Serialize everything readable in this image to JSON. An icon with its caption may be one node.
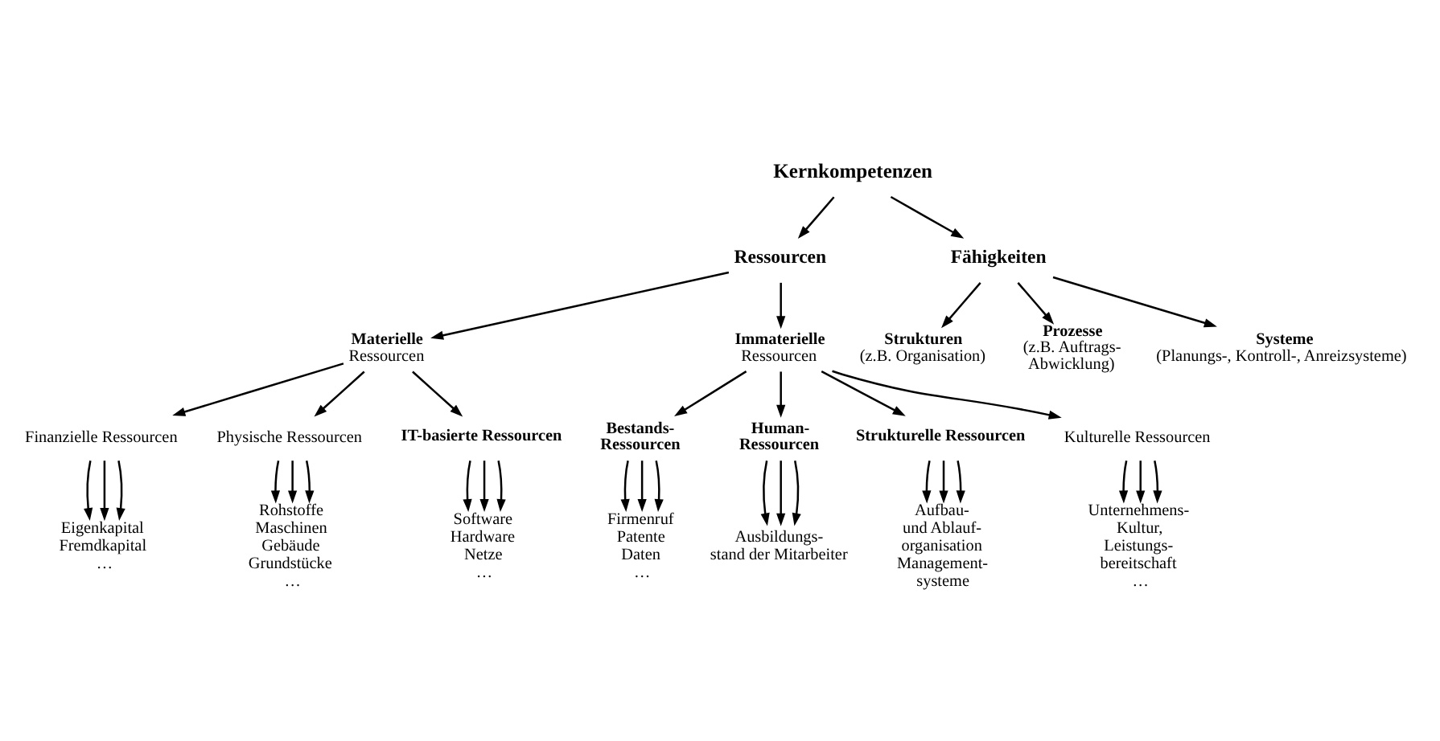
{
  "diagram": {
    "nodes": [
      {
        "text": [
          "Kernkompetenzen"
        ]
      },
      {
        "text": [
          "Ressourcen"
        ]
      },
      {
        "text": [
          "Fähigkeiten"
        ]
      },
      {
        "text": [
          "Materielle",
          "Ressourcen"
        ]
      },
      {
        "text": [
          "Immaterielle",
          "Ressourcen"
        ]
      },
      {
        "text": [
          "Strukturen",
          "(z.B. Organisation)"
        ]
      },
      {
        "text": [
          "Prozesse",
          "(z.B. Auftrags- Abwicklung)"
        ]
      },
      {
        "text": [
          "Systeme",
          "(Planungs-, Kontroll-, Anreizsysteme)"
        ]
      },
      {
        "text": [
          "Finanzielle Ressourcen"
        ]
      },
      {
        "text": [
          "Physische Ressourcen"
        ]
      },
      {
        "text": [
          "IT-basierte Ressourcen"
        ]
      },
      {
        "text": [
          "Bestands- Ressourcen"
        ]
      },
      {
        "text": [
          "Human- Ressourcen"
        ]
      },
      {
        "text": [
          "Strukturelle Ressourcen"
        ]
      },
      {
        "text": [
          "Kulturelle Ressourcen"
        ]
      },
      {
        "text": [
          "Eigenkapital",
          "Fremdkapital",
          "…"
        ]
      },
      {
        "text": [
          "Rohstoffe",
          "Maschinen",
          "Gebäude",
          "Grundstücke",
          "…"
        ]
      },
      {
        "text": [
          "Software",
          "Hardware",
          "Netze",
          "…"
        ]
      },
      {
        "text": [
          "Firmenruf",
          "Patente",
          "Daten",
          "…"
        ]
      },
      {
        "text": [
          "Ausbildungs- stand der Mitarbeiter"
        ]
      },
      {
        "text": [
          "Aufbau- und Ablauf- organisation",
          "Management- systeme"
        ]
      },
      {
        "text": [
          "Unternehmens- Kultur,",
          "Leistungs- bereitschaft",
          "…"
        ]
      }
    ],
    "edges": [
      {
        "from": 0,
        "to": 1,
        "arrow": "to"
      },
      {
        "from": 0,
        "to": 2,
        "arrow": "to"
      },
      {
        "from": 1,
        "to": 3,
        "arrow": "to"
      },
      {
        "from": 1,
        "to": 4,
        "arrow": "to"
      },
      {
        "from": 2,
        "to": 5,
        "arrow": "to"
      },
      {
        "from": 2,
        "to": 6,
        "arrow": "to"
      },
      {
        "from": 2,
        "to": 7,
        "arrow": "to"
      },
      {
        "from": 3,
        "to": 8,
        "arrow": "to"
      },
      {
        "from": 3,
        "to": 9,
        "arrow": "to"
      },
      {
        "from": 3,
        "to": 10,
        "arrow": "to"
      },
      {
        "from": 4,
        "to": 11,
        "arrow": "to"
      },
      {
        "from": 4,
        "to": 12,
        "arrow": "to"
      },
      {
        "from": 4,
        "to": 13,
        "arrow": "to"
      },
      {
        "from": 4,
        "to": 14,
        "arrow": "to"
      },
      {
        "from": 8,
        "to": 15,
        "arrow": "to"
      },
      {
        "from": 8,
        "to": 15,
        "arrow": "to"
      },
      {
        "from": 8,
        "to": 15,
        "arrow": "to"
      },
      {
        "from": 9,
        "to": 16,
        "arrow": "to"
      },
      {
        "from": 9,
        "to": 16,
        "arrow": "to"
      },
      {
        "from": 9,
        "to": 16,
        "arrow": "to"
      },
      {
        "from": 10,
        "to": 17,
        "arrow": "to"
      },
      {
        "from": 10,
        "to": 17,
        "arrow": "to"
      },
      {
        "from": 10,
        "to": 17,
        "arrow": "to"
      },
      {
        "from": 11,
        "to": 18,
        "arrow": "to"
      },
      {
        "from": 11,
        "to": 18,
        "arrow": "to"
      },
      {
        "from": 11,
        "to": 18,
        "arrow": "to"
      },
      {
        "from": 12,
        "to": 19,
        "arrow": "to"
      },
      {
        "from": 12,
        "to": 19,
        "arrow": "to"
      },
      {
        "from": 12,
        "to": 19,
        "arrow": "to"
      },
      {
        "from": 13,
        "to": 20,
        "arrow": "to"
      },
      {
        "from": 13,
        "to": 20,
        "arrow": "to"
      },
      {
        "from": 13,
        "to": 20,
        "arrow": "to"
      },
      {
        "from": 14,
        "to": 21,
        "arrow": "to"
      },
      {
        "from": 14,
        "to": 21,
        "arrow": "to"
      },
      {
        "from": 14,
        "to": 21,
        "arrow": "to"
      }
    ]
  }
}
